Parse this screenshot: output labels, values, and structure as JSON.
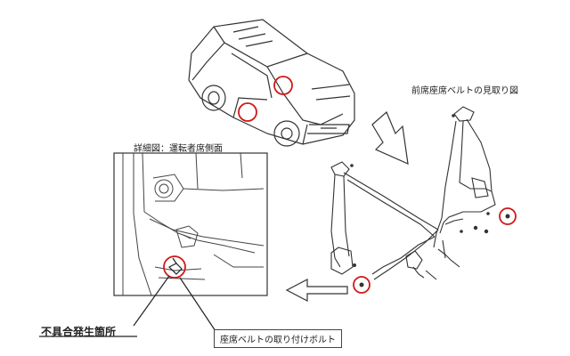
{
  "labels": {
    "front_seat_belt_view": "前席座席ベルトの見取り図",
    "detail_view": "詳細図：運転者席側面",
    "defect_location": "不具合発生箇所",
    "seat_belt_bolt": "座席ベルトの取り付けボルト"
  },
  "colors": {
    "line": "#333333",
    "highlight_circle": "#d01818",
    "background": "#ffffff"
  }
}
